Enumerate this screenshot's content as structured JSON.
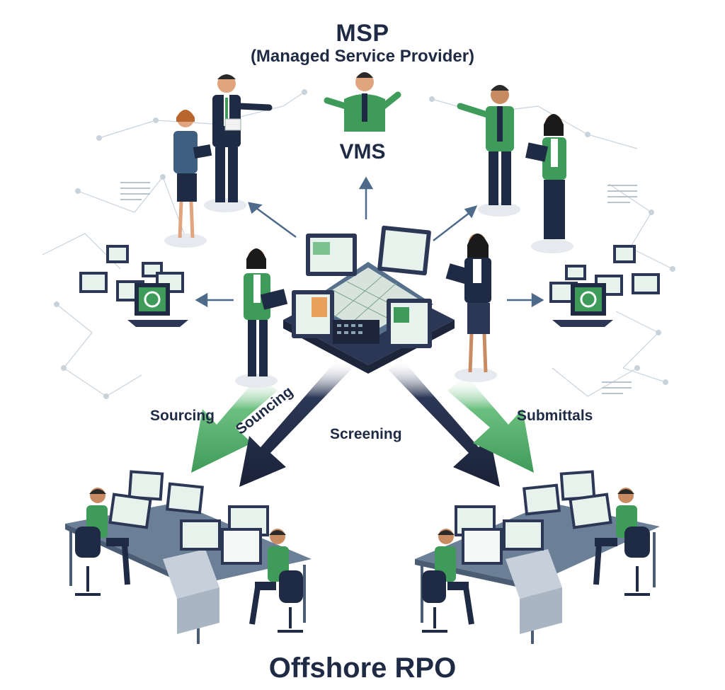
{
  "header": {
    "title": "MSP",
    "subtitle": "(Managed Service Provider)"
  },
  "center": {
    "label": "VMS"
  },
  "flows": {
    "left": "Sourcing",
    "left_diagonal": "Souncing",
    "middle": "Screening",
    "right": "Submittals"
  },
  "footer": {
    "title": "Offshore RPO"
  },
  "colors": {
    "navy": "#1f2a44",
    "green": "#3f9b5a",
    "light_green": "#6cbf7f",
    "slate": "#5a6f88",
    "screen": "#e8f2ec",
    "network": "#c9d3dc"
  }
}
